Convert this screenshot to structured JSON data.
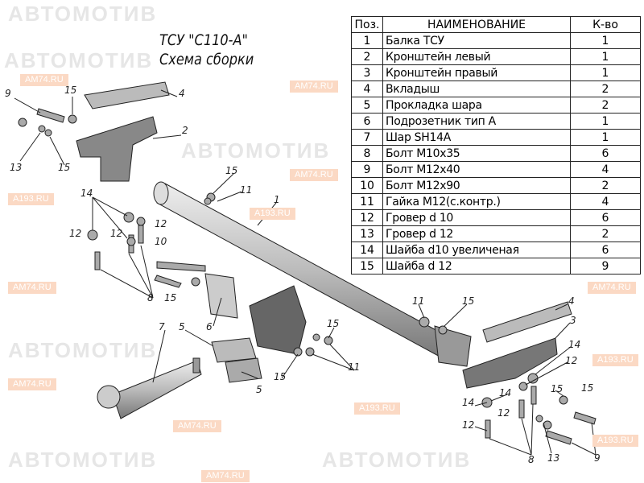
{
  "title": {
    "line1": "ТСУ \"С110-А\"",
    "line2": "Схема сборки"
  },
  "watermarks": {
    "brand": "АВТОМОТИВ",
    "site1": "AM74.RU",
    "site2": "A193.RU"
  },
  "table": {
    "headers": [
      "Поз.",
      "НАИМЕНОВАНИЕ",
      "К-во"
    ],
    "rows": [
      {
        "pos": "1",
        "name": "Балка ТСУ",
        "qty": "1"
      },
      {
        "pos": "2",
        "name": "Кронштейн левый",
        "qty": "1"
      },
      {
        "pos": "3",
        "name": "Кронштейн правый",
        "qty": "1"
      },
      {
        "pos": "4",
        "name": "Вкладыш",
        "qty": "2"
      },
      {
        "pos": "5",
        "name": "Прокладка шара",
        "qty": "2"
      },
      {
        "pos": "6",
        "name": "Подрозетник тип А",
        "qty": "1"
      },
      {
        "pos": "7",
        "name": "Шар SH14A",
        "qty": "1"
      },
      {
        "pos": "8",
        "name": "Болт М10х35",
        "qty": "6"
      },
      {
        "pos": "9",
        "name": "Болт М12х40",
        "qty": "4"
      },
      {
        "pos": "10",
        "name": "Болт М12х90",
        "qty": "2"
      },
      {
        "pos": "11",
        "name": "Гайка М12(с.контр.)",
        "qty": "4"
      },
      {
        "pos": "12",
        "name": "Гровер d 10",
        "qty": "6"
      },
      {
        "pos": "13",
        "name": "Гровер d 12",
        "qty": "2"
      },
      {
        "pos": "14",
        "name": "Шайба d10 увеличеная",
        "qty": "6"
      },
      {
        "pos": "15",
        "name": "Шайба d 12",
        "qty": "9"
      }
    ]
  },
  "callouts": [
    "9",
    "15",
    "4",
    "2",
    "13",
    "15",
    "15",
    "11",
    "1",
    "14",
    "12",
    "12",
    "12",
    "10",
    "15",
    "8",
    "6",
    "5",
    "7",
    "5",
    "15",
    "15",
    "11",
    "11",
    "15",
    "4",
    "3",
    "14",
    "12",
    "14",
    "15",
    "15",
    "14",
    "12",
    "12",
    "8",
    "13",
    "9"
  ]
}
